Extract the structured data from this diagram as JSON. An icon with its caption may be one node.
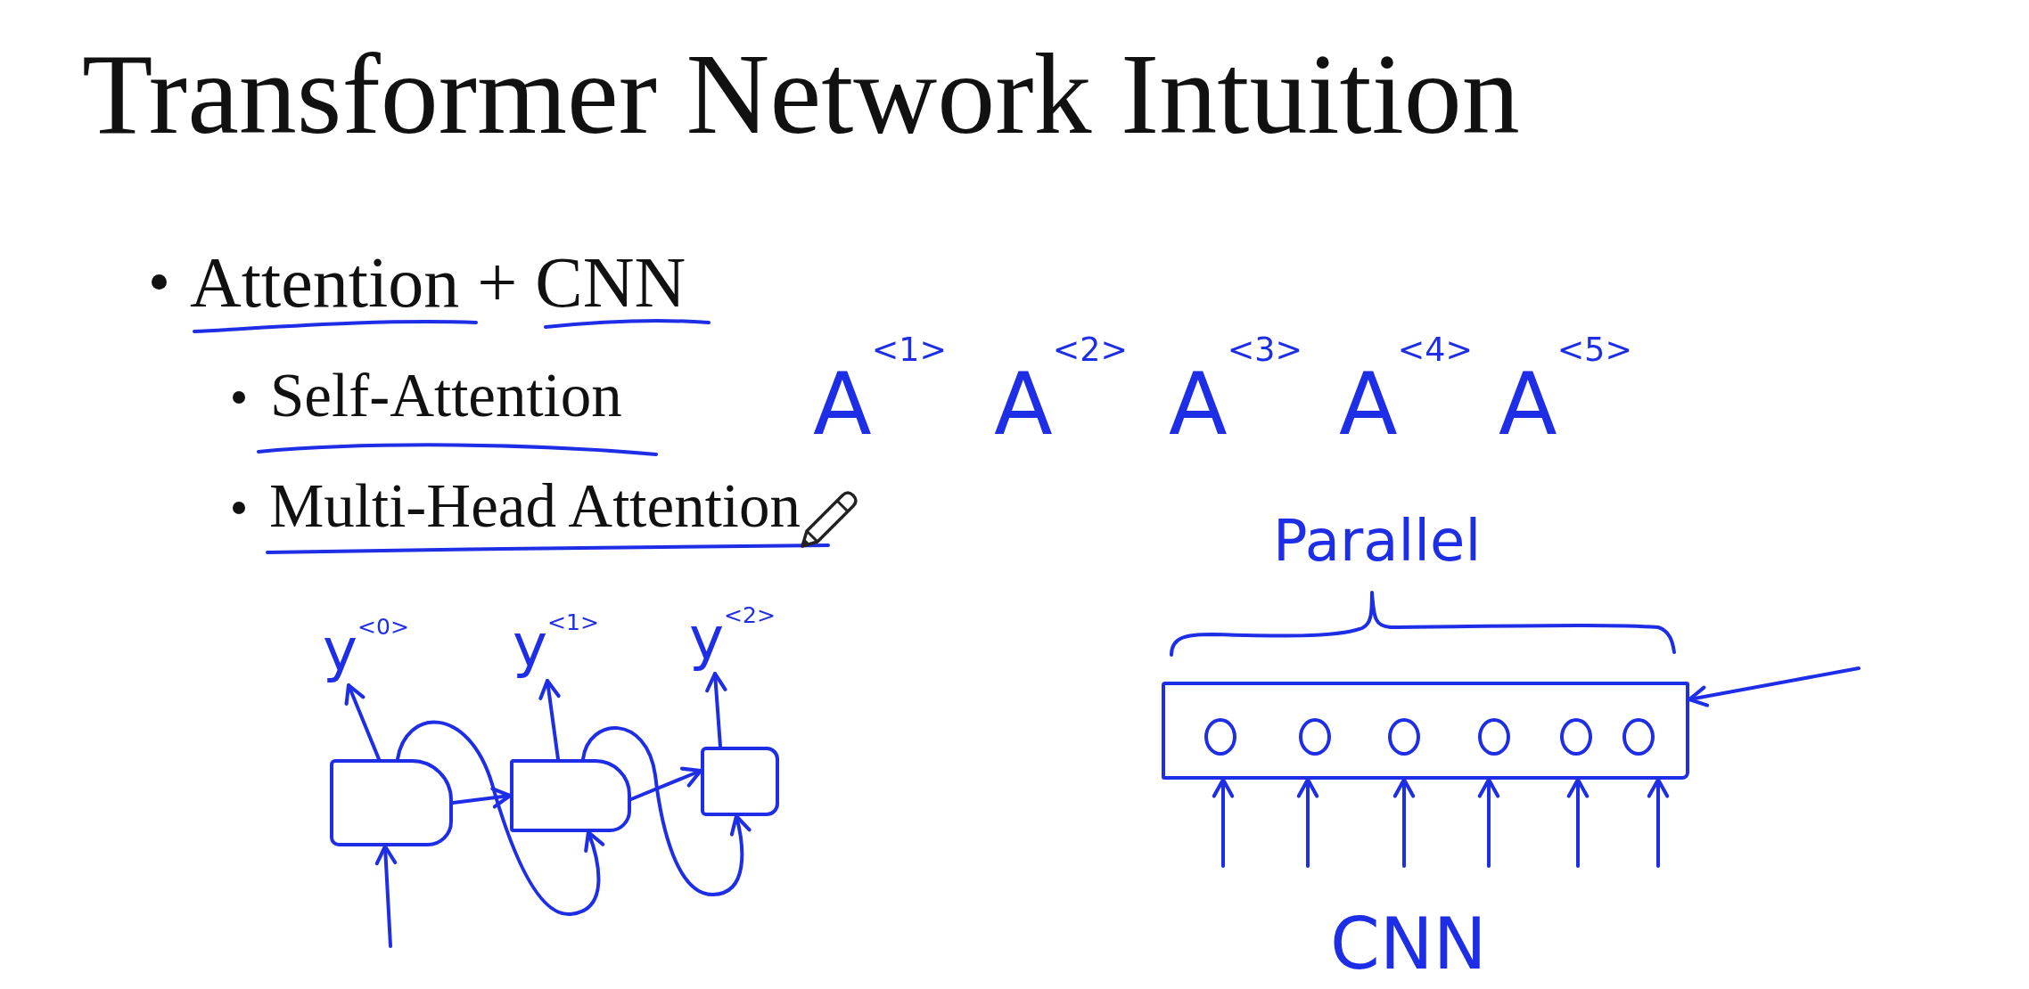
{
  "diagram": {
    "title": "Transformer Network Intuition",
    "nodes": [
      {
        "text": [
          "y$^{<0>}$"
        ]
      },
      {
        "text": [
          "y$^{<1>}$"
        ]
      },
      {
        "text": [
          "y$^{<2>}$"
        ]
      },
      {
        "text": [],
        "shape": "box"
      },
      {
        "text": [],
        "shape": "circle",
        "in": 3
      },
      {
        "text": [],
        "shape": "circle",
        "in": 3
      },
      {
        "text": [],
        "shape": "circle",
        "in": 3
      },
      {
        "text": [],
        "shape": "circle",
        "in": 3
      },
      {
        "text": [],
        "shape": "circle",
        "in": 3
      },
      {
        "text": [],
        "shape": "circle",
        "in": 3
      },
      {
        "text": [],
        "shape": "box"
      },
      {
        "text": [],
        "shape": "box"
      },
      {
        "text": [],
        "shape": "box"
      }
    ],
    "edges": [
      {
        "from": 10,
        "to": 0,
        "arrow": "to"
      },
      {
        "from": 11,
        "to": 1,
        "arrow": "to"
      },
      {
        "from": 12,
        "to": 2,
        "arrow": "to"
      },
      {
        "from": 10,
        "to": 11,
        "arrow": "to"
      },
      {
        "from": 11,
        "to": 12,
        "arrow": "to"
      },
      {
        "from": 10,
        "to": 11,
        "arrow": "to"
      },
      {
        "from": 11,
        "to": 12,
        "arrow": "to"
      },
      {
        "from": null,
        "to": 10,
        "arrow": "to"
      },
      {
        "from": null,
        "to": 3,
        "arrow": "to"
      },
      {
        "from": null,
        "to": 3,
        "arrow": "to"
      },
      {
        "from": null,
        "to": 3,
        "arrow": "to"
      },
      {
        "from": null,
        "to": 3,
        "arrow": "to"
      },
      {
        "from": null,
        "to": 3,
        "arrow": "to"
      },
      {
        "from": null,
        "to": 3,
        "arrow": "to"
      },
      {
        "from": null,
        "to": 3,
        "arrow": "to"
      }
    ],
    "labels": [
      "Attention + CNN",
      "Self-Attention",
      "A$^{<1>}$",
      "A$^{<2>}$",
      "A$^{<3>}$",
      "A$^{<4>}$",
      "A$^{<5>}$",
      "Multi-Head Attention",
      "Parallel",
      "CNN"
    ]
  }
}
